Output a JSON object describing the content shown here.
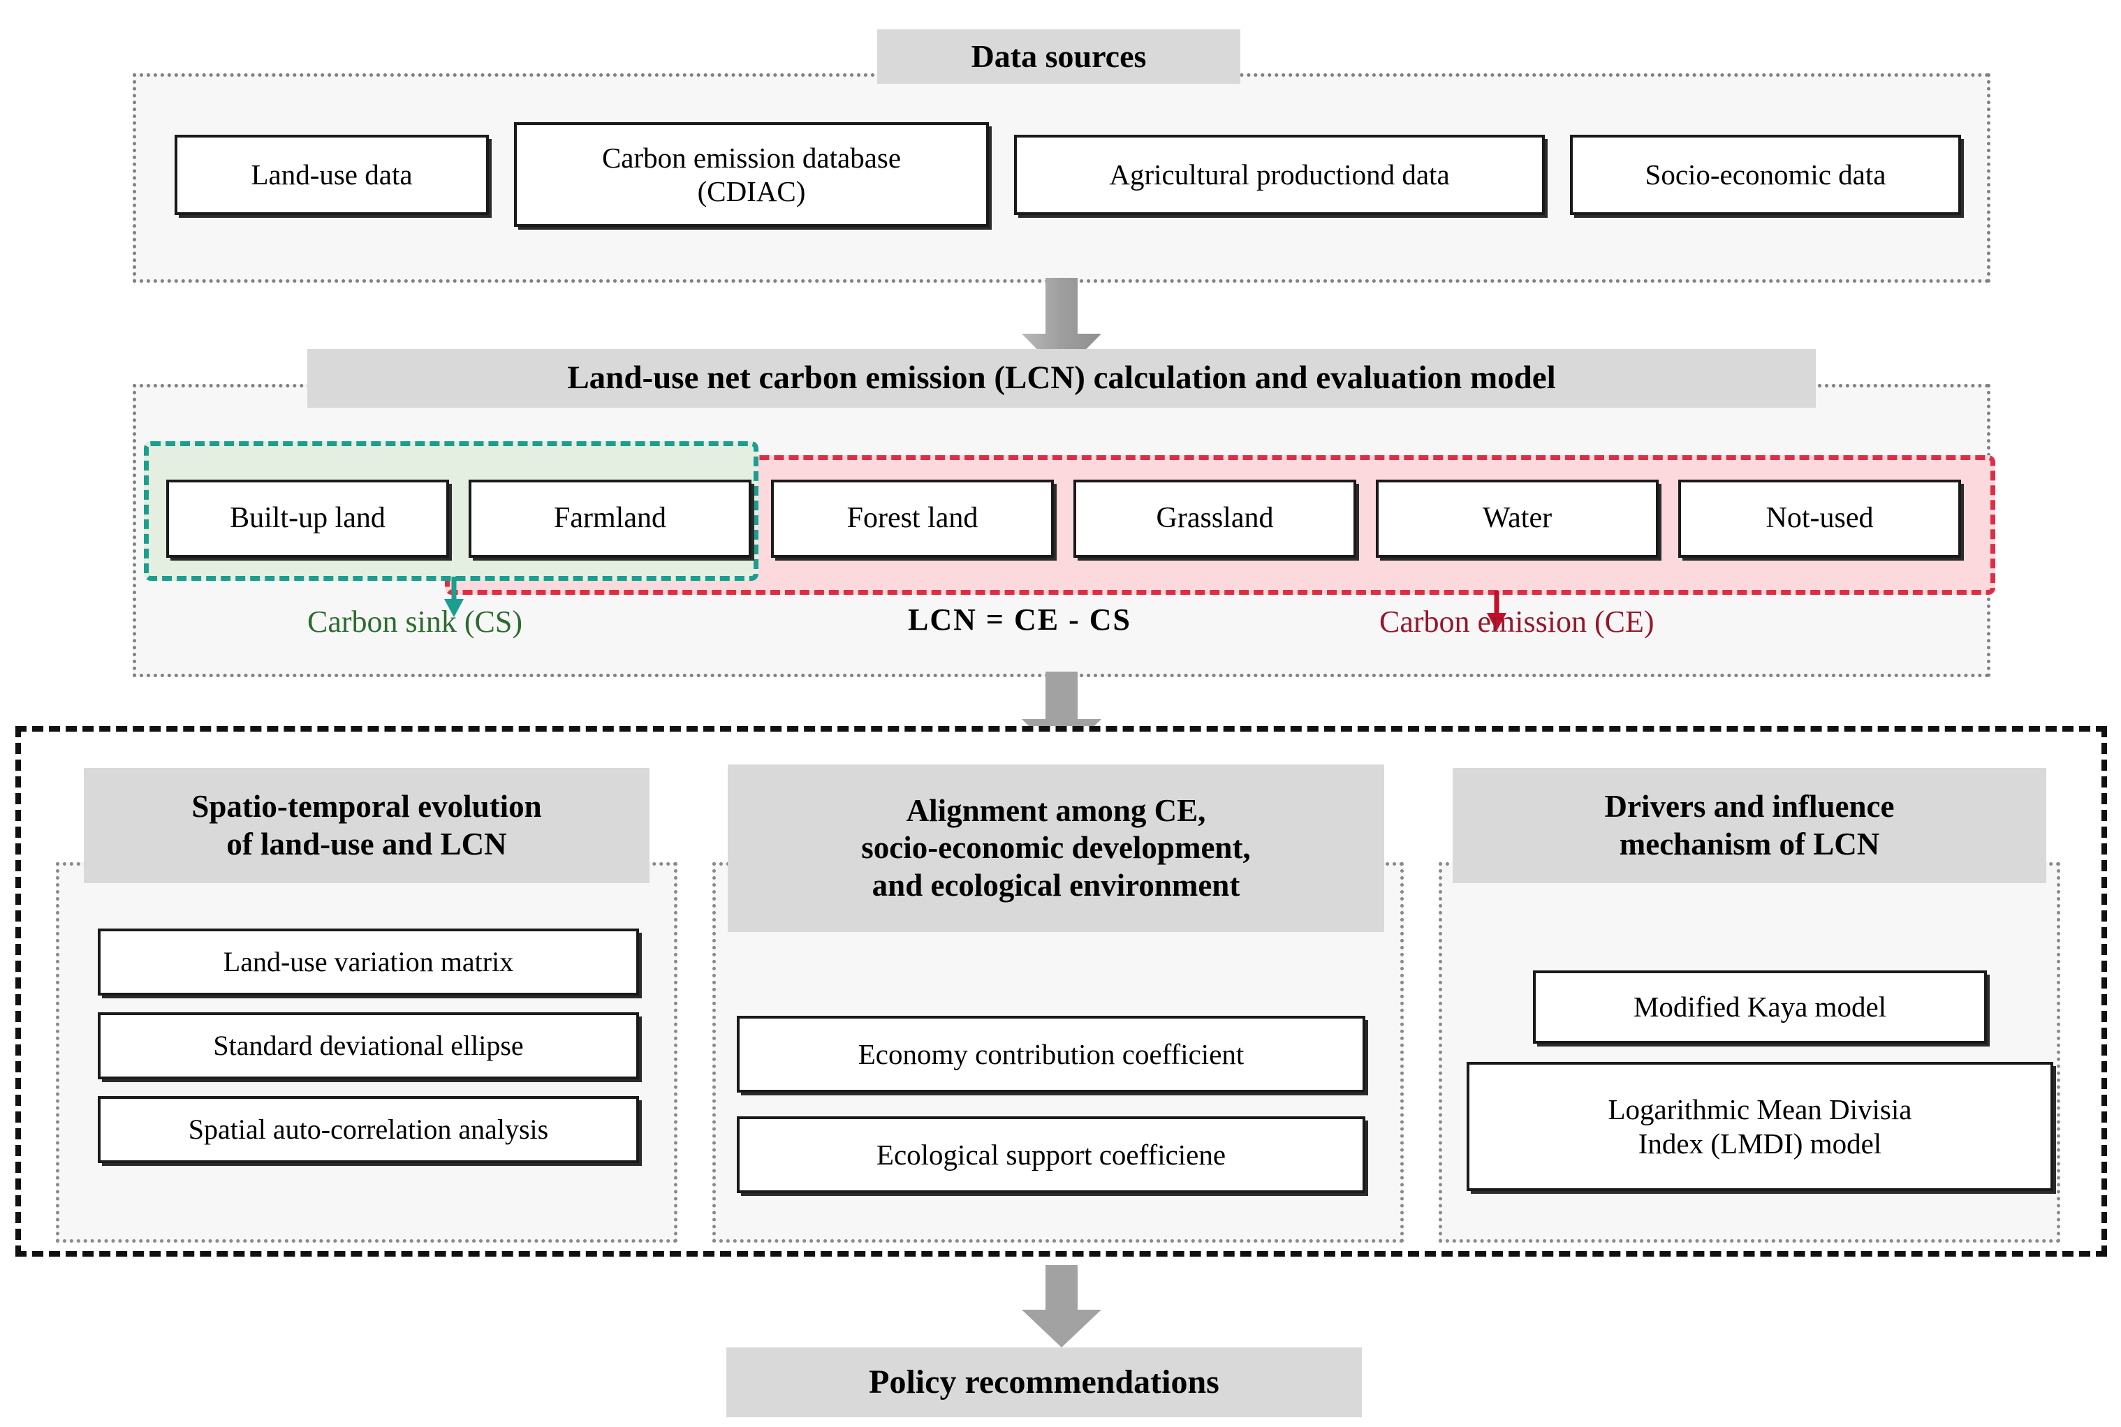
{
  "colors": {
    "header_gray": "#d9d9d9",
    "panel_fill": "#f7f7f7",
    "carbon_sink_accent": "#1a9e8f",
    "carbon_sink_fill": "#e4efe1",
    "carbon_emission_accent": "#dc2f45",
    "carbon_emission_fill": "#fbd9dd",
    "carbon_sink_text": "#2c6b2f",
    "carbon_emission_text": "#96162c",
    "arrow_gray": "#a6a6a6",
    "box_border": "#1a1a1a"
  },
  "data_sources": {
    "title": "Data sources",
    "items": [
      "Land-use data",
      "Carbon emission database\n(CDIAC)",
      "Agricultural productiond data",
      "Socio-economic data"
    ]
  },
  "lcn_model": {
    "title": "Land-use net carbon emission (LCN) calculation and evaluation model",
    "land_use_types": [
      "Built-up land",
      "Farmland",
      "Forest land",
      "Grassland",
      "Water",
      "Not-used"
    ],
    "carbon_sink_group": [
      "Built-up land",
      "Farmland"
    ],
    "carbon_emission_group": [
      "Farmland",
      "Forest land",
      "Grassland",
      "Water",
      "Not-used"
    ],
    "legend_carbon_sink": "Carbon sink (CS)",
    "legend_equation": "LCN  =  CE - CS",
    "legend_carbon_emission": "Carbon emission (CE)"
  },
  "analysis": {
    "columns": [
      {
        "title": "Spatio-temporal evolution\nof land-use and LCN",
        "items": [
          "Land-use variation matrix",
          "Standard deviational ellipse",
          "Spatial auto-correlation analysis"
        ]
      },
      {
        "title": "Alignment among CE,\nsocio-economic development,\nand ecological environment",
        "items": [
          "Economy contribution coefficient",
          "Ecological support coefficiene"
        ]
      },
      {
        "title": "Drivers and influence\nmechanism of LCN",
        "items": [
          "Modified Kaya model",
          "Logarithmic Mean Divisia\nIndex (LMDI) model"
        ]
      }
    ]
  },
  "policy": {
    "title": "Policy recommendations"
  },
  "arrows": {
    "data_to_model": "down-block-arrow",
    "model_to_analysis": "down-block-arrow",
    "analysis_to_policy": "down-block-arrow",
    "carbon_sink_pointer": "down-arrow",
    "carbon_emission_pointer": "down-arrow"
  }
}
